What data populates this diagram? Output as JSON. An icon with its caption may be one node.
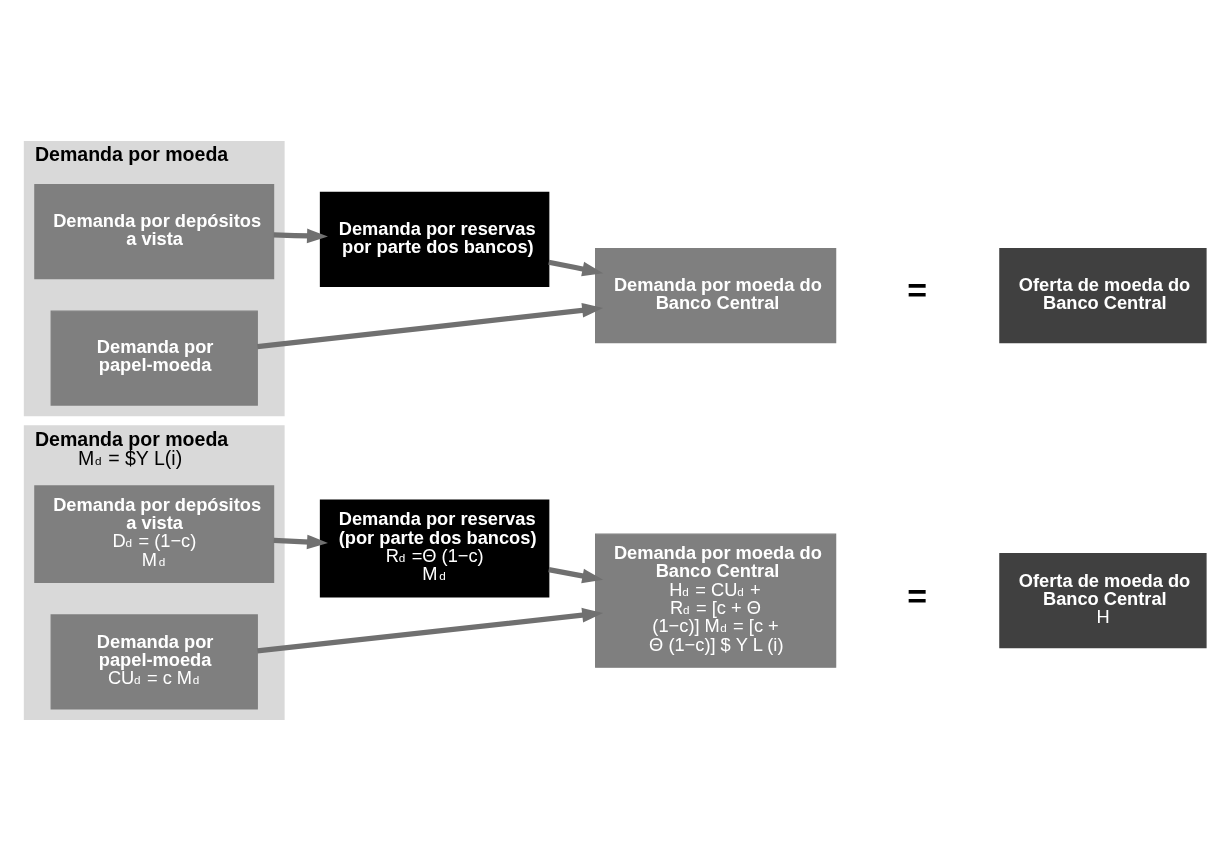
{
  "diagram": {
    "nodes": [
      {
        "text": [
          "Demanda por moeda"
        ]
      },
      {
        "text": [
          "Demanda por depósitos a vista"
        ],
        "in": 0
      },
      {
        "text": [
          "Demanda por papel-moeda"
        ],
        "in": 0
      },
      {
        "text": [
          "Demanda por reservas por parte dos bancos)"
        ]
      },
      {
        "text": [
          "Demanda por moeda do Banco Central"
        ]
      },
      {
        "text": [
          "Oferta de moeda do Banco Central"
        ]
      },
      {
        "text": [
          "Demanda por moeda",
          "M$^{d}$ = $Y L(i)"
        ]
      },
      {
        "text": [
          "Demanda por depósitos a vista",
          "D$^{d}$ = (1−c) M$^{d}$"
        ],
        "in": 6
      },
      {
        "text": [
          "Demanda por papel-moeda",
          "CU$^{d}$ = c M$^{d}$"
        ],
        "in": 6
      },
      {
        "text": [
          "Demanda por reservas (por parte dos bancos)",
          "R$^{d}$ =Θ (1−c) M$^{d}$"
        ]
      },
      {
        "text": [
          "Demanda por moeda do Banco Central",
          "H$^{d}$ = CU$^{d}$ + R$^{d}$ = [c + Θ (1−c)] M$^{d}$ = [c + Θ (1−c)] $ Y L (i)"
        ]
      },
      {
        "text": [
          "Oferta de moeda do Banco Central",
          "H"
        ]
      }
    ],
    "edges": [
      {
        "from": 1,
        "to": 3,
        "arrow": "to"
      },
      {
        "from": 3,
        "to": 4,
        "arrow": "to"
      },
      {
        "from": 2,
        "to": 4,
        "arrow": "to"
      },
      {
        "from": 7,
        "to": 9,
        "arrow": "to"
      },
      {
        "from": 9,
        "to": 10,
        "arrow": "to"
      },
      {
        "from": 8,
        "to": 10,
        "arrow": "to"
      }
    ],
    "labels": [
      "=",
      "="
    ]
  }
}
